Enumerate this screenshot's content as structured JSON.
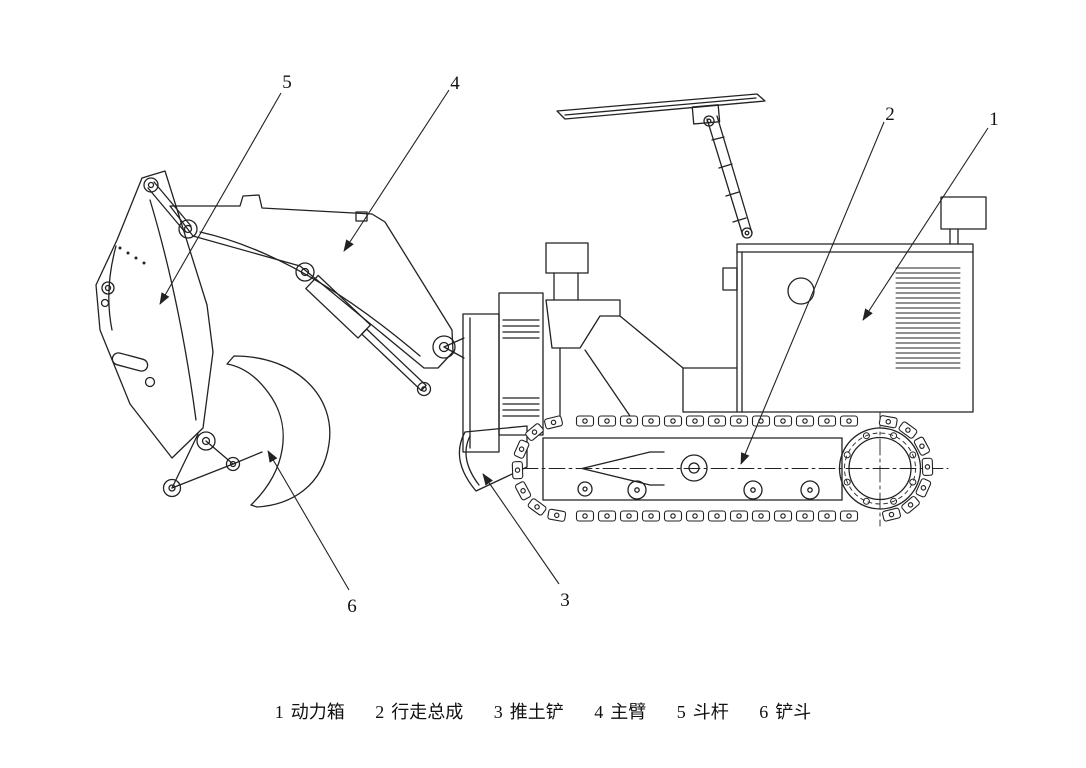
{
  "figure": {
    "background": "#ffffff",
    "line_color": "#222222",
    "callouts": [
      {
        "id": "1"
      },
      {
        "id": "2"
      },
      {
        "id": "3"
      },
      {
        "id": "4"
      },
      {
        "id": "5"
      },
      {
        "id": "6"
      }
    ],
    "caption": {
      "items": [
        {
          "num": "1",
          "label": "动力箱"
        },
        {
          "num": "2",
          "label": "行走总成"
        },
        {
          "num": "3",
          "label": "推土铲"
        },
        {
          "num": "4",
          "label": "主臂"
        },
        {
          "num": "5",
          "label": "斗杆"
        },
        {
          "num": "6",
          "label": "铲斗"
        }
      ]
    }
  }
}
